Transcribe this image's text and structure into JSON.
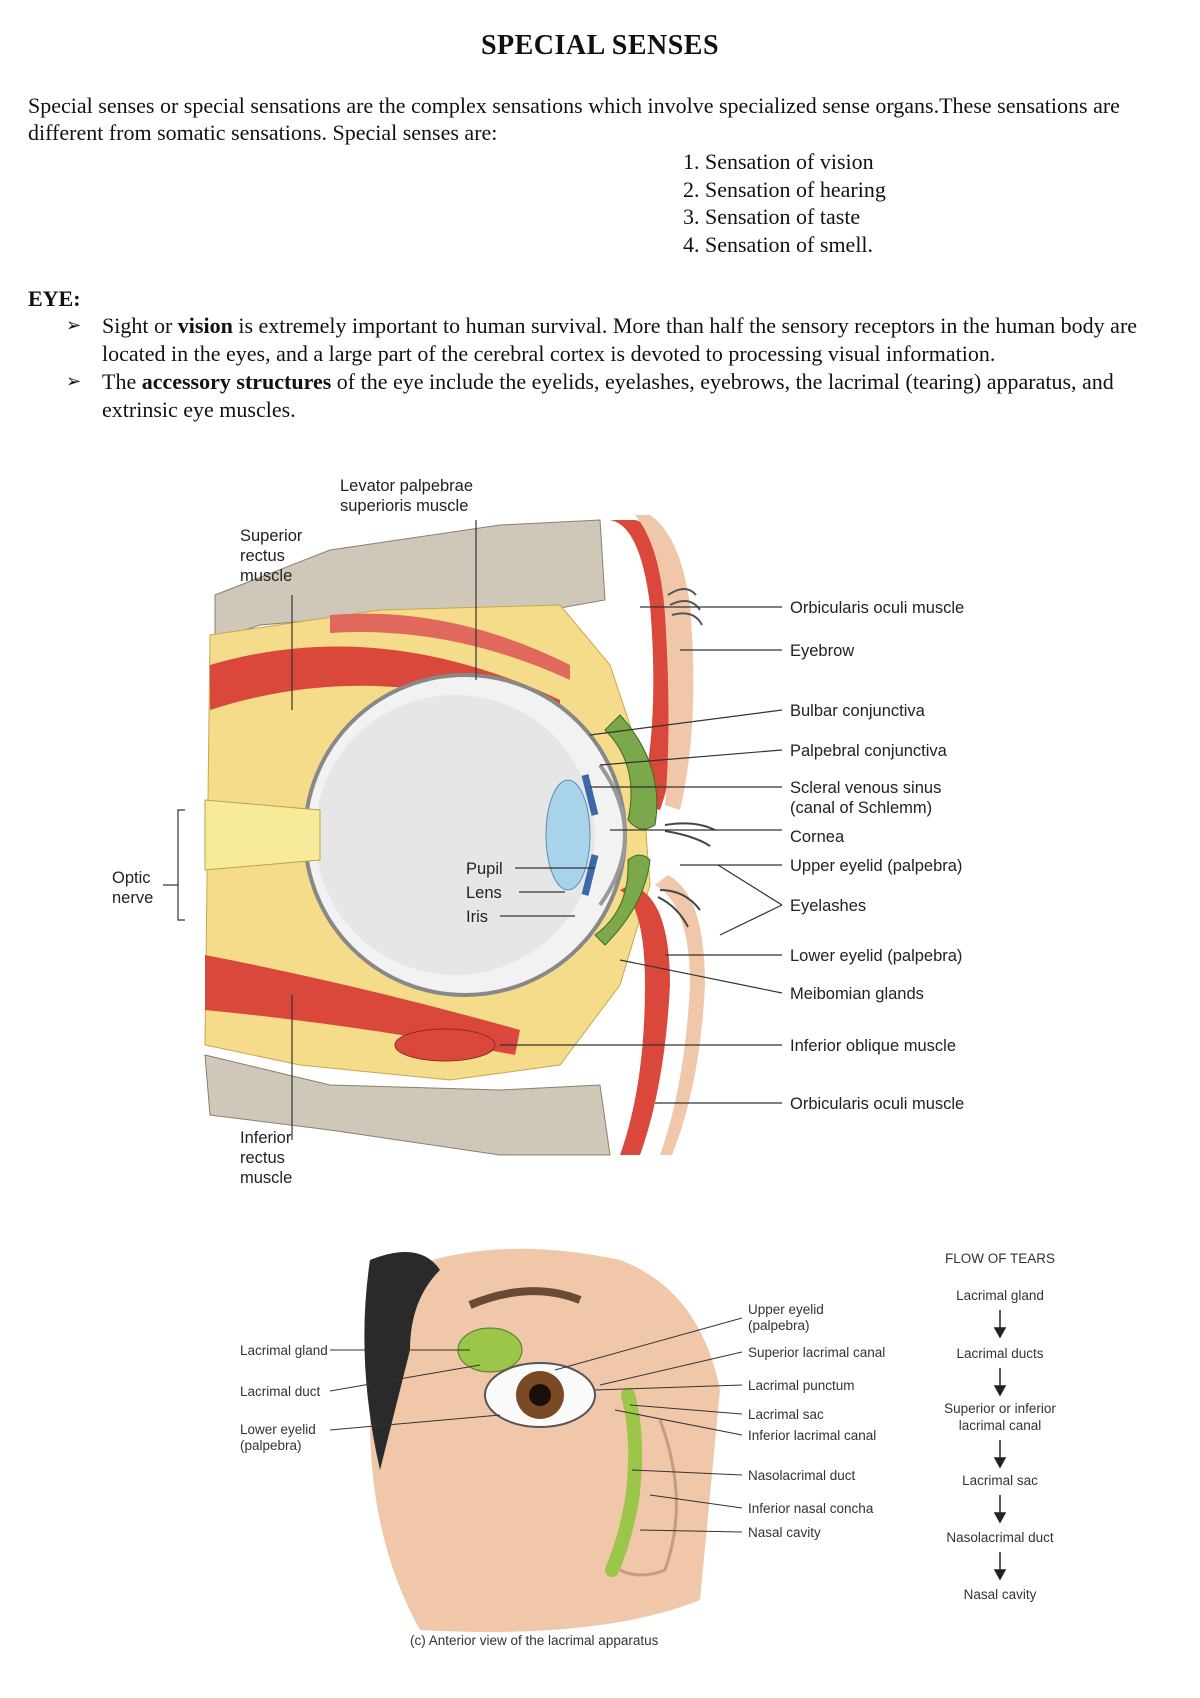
{
  "title": "SPECIAL SENSES",
  "intro": "Special senses or special sensations are the complex sensations which involve specialized sense organs.These sensations are different from somatic sensations. Special senses are:",
  "senses": [
    "1. Sensation of vision",
    "2. Sensation of hearing",
    "3. Sensation of taste",
    "4. Sensation of smell."
  ],
  "eye_heading": "EYE:",
  "bullets": [
    {
      "pre": "Sight or ",
      "bold": "vision",
      "post": " is extremely important to human survival. More than half the sensory receptors in the human body are located in the eyes, and a large part of the cerebral cortex is devoted to processing visual information."
    },
    {
      "pre": "The ",
      "bold": "accessory structures",
      "post": " of the eye include the eyelids, eyelashes, eyebrows, the lacrimal (tearing) apparatus, and extrinsic eye muscles."
    }
  ],
  "bullet_icon": "arrowhead-bullet-icon",
  "figure1": {
    "levator_1": "Levator palpebrae",
    "levator_2": "superioris muscle",
    "superior_1": "Superior",
    "superior_2": "rectus",
    "superior_3": "muscle",
    "optic_1": "Optic",
    "optic_2": "nerve",
    "pupil": "Pupil",
    "lens": "Lens",
    "iris": "Iris",
    "inferior_1": "Inferior",
    "inferior_2": "rectus",
    "inferior_3": "muscle",
    "right_labels": {
      "orbicularis_top": "Orbicularis oculi muscle",
      "eyebrow": "Eyebrow",
      "bulbar": "Bulbar conjunctiva",
      "palpebral": "Palpebral conjunctiva",
      "scleral_1": "Scleral venous sinus",
      "scleral_2": "(canal of Schlemm)",
      "cornea": "Cornea",
      "upper_eyelid": "Upper eyelid (palpebra)",
      "eyelashes": "Eyelashes",
      "lower_eyelid": "Lower eyelid (palpebra)",
      "meibomian": "Meibomian glands",
      "inferior_oblique": "Inferior oblique muscle",
      "orbicularis_bottom": "Orbicularis oculi muscle"
    }
  },
  "figure2": {
    "left_labels": {
      "lacrimal_gland": "Lacrimal gland",
      "lacrimal_duct": "Lacrimal duct",
      "lower_eyelid_1": "Lower eyelid",
      "lower_eyelid_2": "(palpebra)"
    },
    "right_labels": {
      "upper_eyelid_1": "Upper eyelid",
      "upper_eyelid_2": "(palpebra)",
      "superior_canal": "Superior lacrimal canal",
      "punctum": "Lacrimal punctum",
      "sac": "Lacrimal sac",
      "inferior_canal": "Inferior lacrimal canal",
      "nasolacrimal": "Nasolacrimal duct",
      "concha": "Inferior nasal concha",
      "nasal_cavity": "Nasal cavity"
    },
    "caption": "(c) Anterior view of the lacrimal apparatus",
    "flow_title": "FLOW OF TEARS",
    "flow": {
      "step1": "Lacrimal gland",
      "step2": "Lacrimal ducts",
      "step3a": "Superior or inferior",
      "step3b": "lacrimal canal",
      "step4": "Lacrimal sac",
      "step5": "Nasolacrimal duct",
      "step6": "Nasal cavity"
    }
  },
  "colors": {
    "muscle": "#d9483b",
    "fat": "#f4dc8a",
    "bone": "#cfc7b8",
    "sclera": "#f2f2f2",
    "lens": "#a9d3ea",
    "skin": "#f0c7a8",
    "gland": "#9cc64a"
  }
}
